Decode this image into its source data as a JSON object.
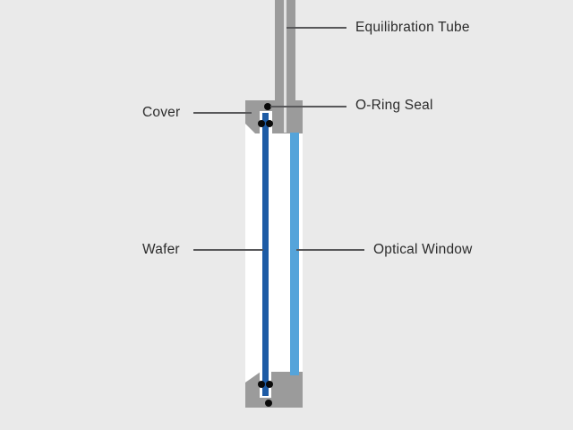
{
  "diagram": {
    "labels": {
      "equilibration_tube": "Equilibration Tube",
      "o_ring_seal": "O-Ring Seal",
      "cover": "Cover",
      "wafer": "Wafer",
      "optical_window": "Optical Window"
    }
  },
  "colors": {
    "background": "#eaeaea",
    "metal_gray": "#9b9b9b",
    "chamber_white": "#ffffff",
    "wafer_blue": "#1d5ba5",
    "window_blue": "#55a4da",
    "bore_light": "#e2e2e2",
    "leader_line": "#58585a",
    "label_text": "#2b2b2b",
    "o_ring_dot": "#0a0a0a"
  }
}
